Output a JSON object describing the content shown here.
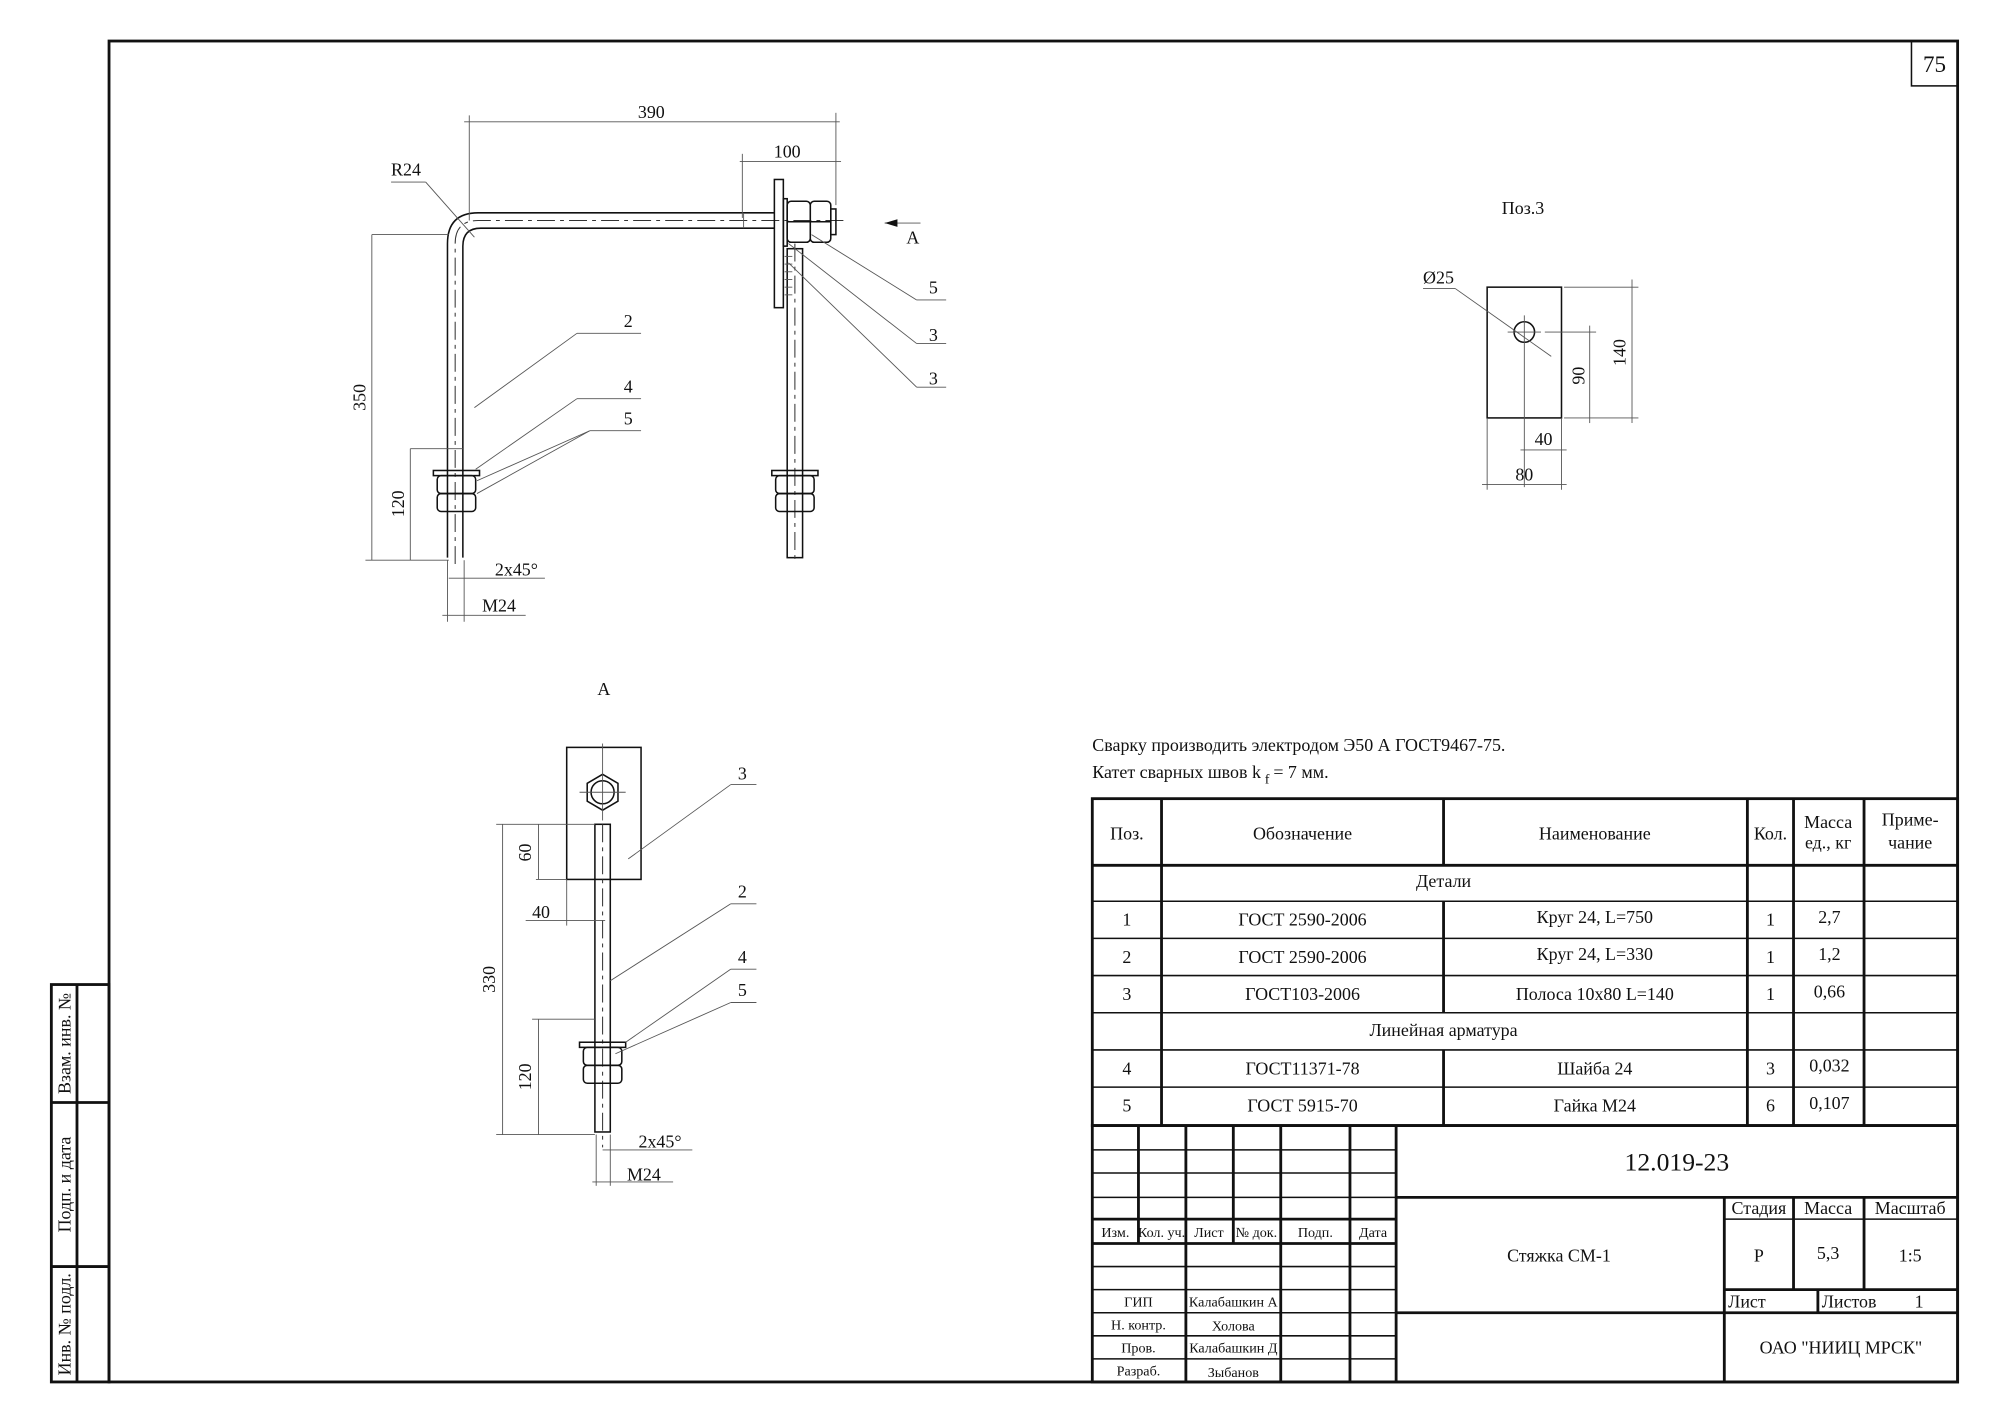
{
  "sheet_number": "75",
  "side_stamp": [
    "Взам. инв. №",
    "Подп. и дата",
    "Инв. № подл."
  ],
  "view_main": {
    "dims": {
      "d390": "390",
      "d100": "100",
      "r24": "R24",
      "d350": "350",
      "d120": "120",
      "chamfer": "2x45°",
      "thread": "M24"
    },
    "callouts": [
      "2",
      "4",
      "5",
      "5",
      "3",
      "3"
    ],
    "view_arrow": "A"
  },
  "view_a": {
    "title": "A",
    "dims": {
      "d60": "60",
      "d40": "40",
      "d330": "330",
      "d120": "120",
      "chamfer": "2x45°",
      "thread": "M24"
    },
    "callouts": [
      "3",
      "2",
      "4",
      "5"
    ]
  },
  "pos3": {
    "title": "Поз.3",
    "dims": {
      "hole": "Ø25",
      "d140": "140",
      "d90": "90",
      "d40": "40",
      "d80": "80"
    }
  },
  "notes": [
    "Сварку производить электродом Э50 А ГОСТ9467-75.",
    "Катет сварных швов k",
    "f",
    "= 7 мм."
  ],
  "spec": {
    "headers": [
      "Поз.",
      "Обозначение",
      "Наименование",
      "Кол.",
      "Масса",
      "ед., кг",
      "Приме-",
      "чание"
    ],
    "section_parts": "Детали",
    "section_fittings": "Линейная арматура",
    "rows": [
      {
        "pos": "1",
        "designation": "ГОСТ 2590-2006",
        "name": "Круг 24, L=750",
        "qty": "1",
        "mass": "2,7"
      },
      {
        "pos": "2",
        "designation": "ГОСТ 2590-2006",
        "name": "Круг 24, L=330",
        "qty": "1",
        "mass": "1,2"
      },
      {
        "pos": "3",
        "designation": "ГОСТ103-2006",
        "name": "Полоса 10x80 L=140",
        "qty": "1",
        "mass": "0,66"
      },
      {
        "pos": "4",
        "designation": "ГОСТ11371-78",
        "name": "Шайба 24",
        "qty": "3",
        "mass": "0,032"
      },
      {
        "pos": "5",
        "designation": "ГОСТ 5915-70",
        "name": "Гайка М24",
        "qty": "6",
        "mass": "0,107"
      }
    ]
  },
  "title_block": {
    "code": "12.019-23",
    "name": "Стяжка СМ-1",
    "stage_label": "Стадия",
    "mass_label": "Масса",
    "scale_label": "Масштаб",
    "stage": "Р",
    "mass": "5,3",
    "scale": "1:5",
    "sheet_label": "Лист",
    "sheets_label": "Листов",
    "sheets": "1",
    "org": "ОАО \"НИИЦ МРСК\"",
    "rev_headers": [
      "Изм.",
      "Кол. уч.",
      "Лист",
      "№ док.",
      "Подп.",
      "Дата"
    ],
    "signers": [
      {
        "role": "ГИП",
        "name": "Калабашкин А"
      },
      {
        "role": "Н. контр.",
        "name": "Холова"
      },
      {
        "role": "Пров.",
        "name": "Калабашкин Д"
      },
      {
        "role": "Разраб.",
        "name": "Зыбанов"
      }
    ]
  }
}
